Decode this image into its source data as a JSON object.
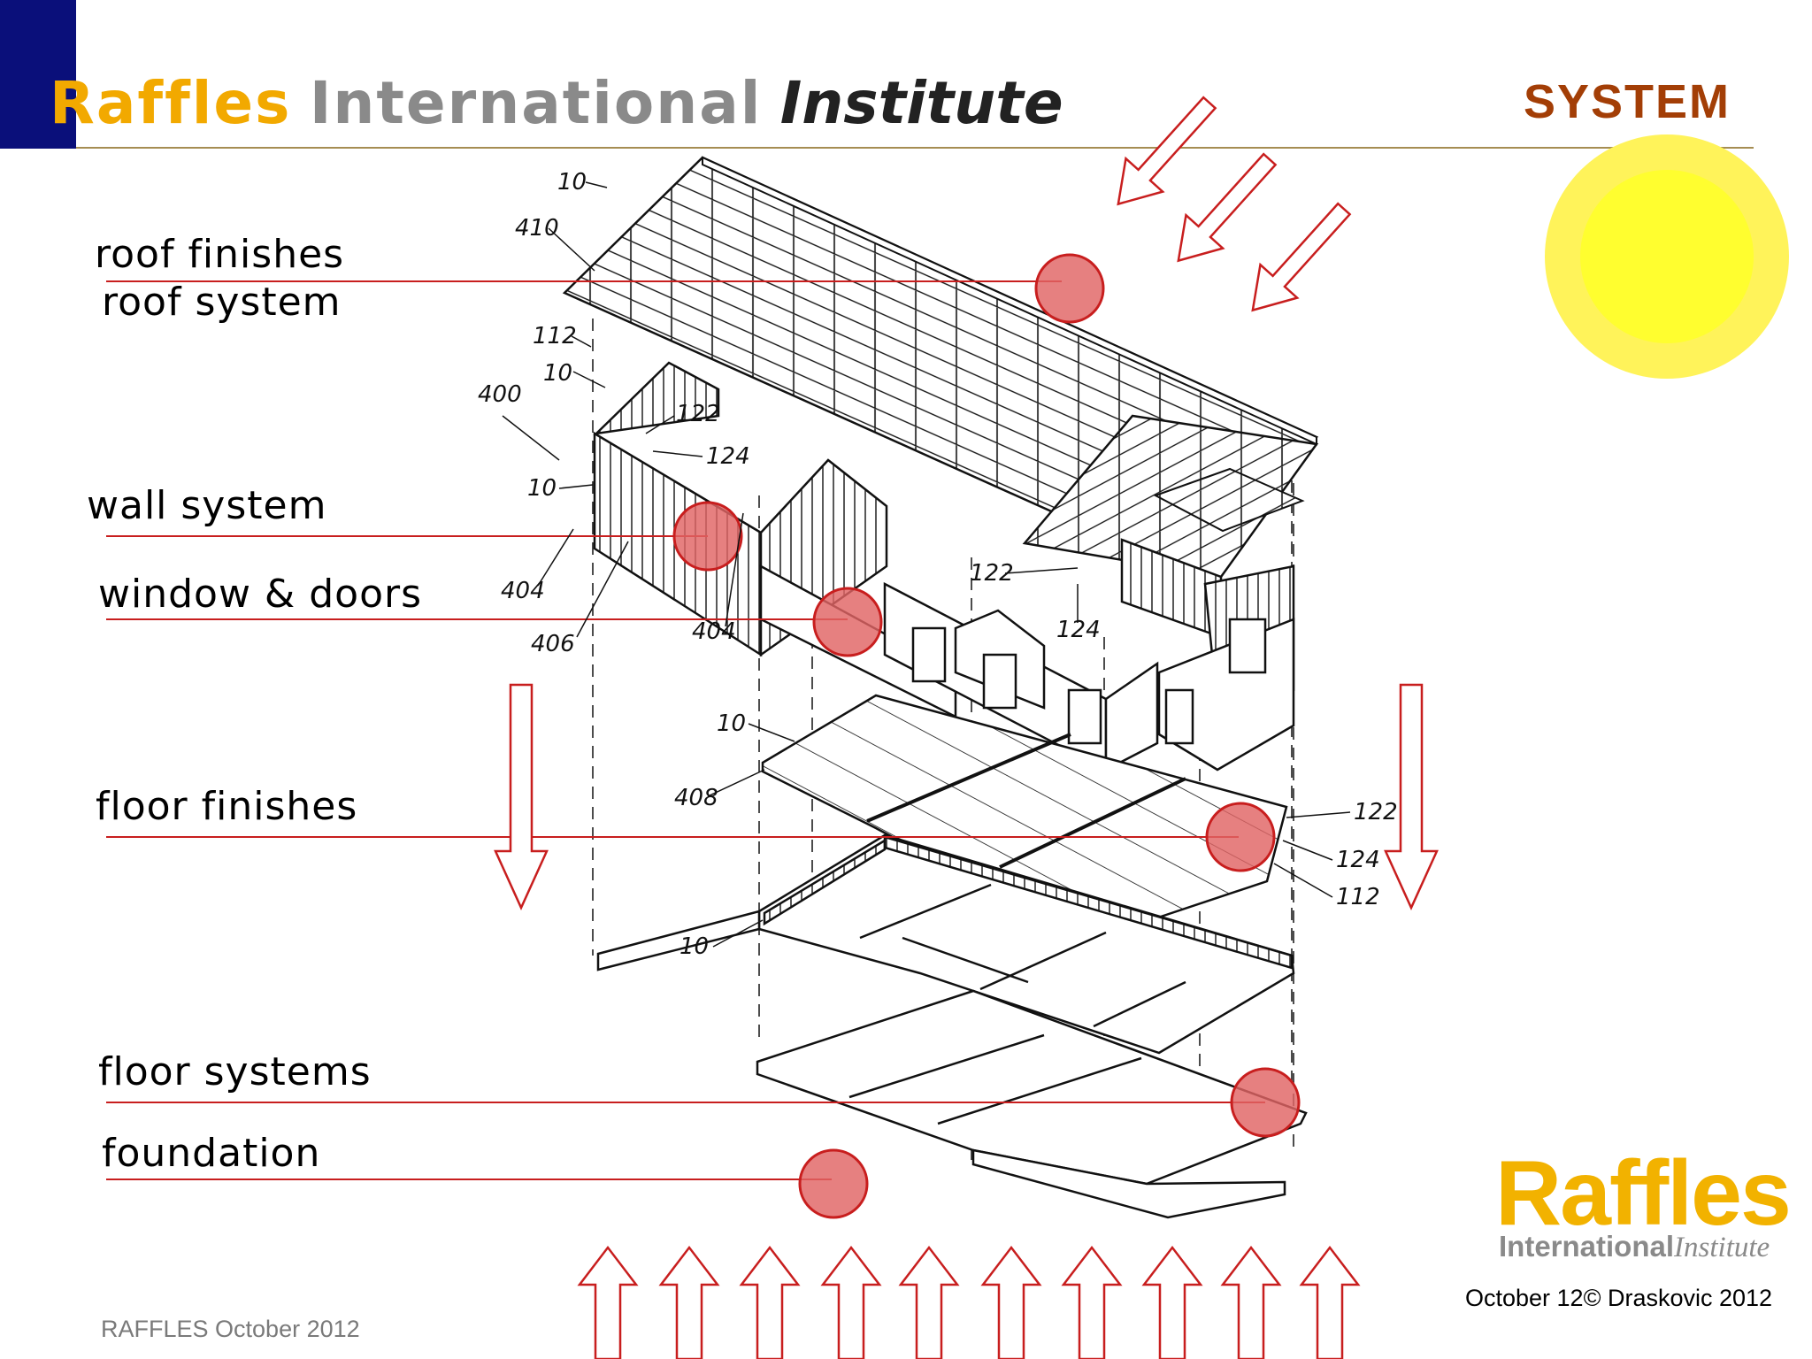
{
  "header": {
    "title_part1": "Raffles",
    "title_part2": "International",
    "title_part3": "Institute",
    "section": "SYSTEM"
  },
  "labels": {
    "roof_finishes": "roof finishes",
    "roof_system": "roof system",
    "wall_system": "wall system",
    "window_doors": "window & doors",
    "floor_finishes": "floor finishes",
    "floor_systems": "floor systems",
    "foundation": "foundation"
  },
  "patent_refs": [
    "10",
    "410",
    "112",
    "10",
    "400",
    "122",
    "124",
    "10",
    "404",
    "406",
    "404",
    "122",
    "124",
    "10",
    "408",
    "122",
    "124",
    "112",
    "10"
  ],
  "logo": {
    "name": "Raffles",
    "sub_bold": "International",
    "sub_italic": "Institute"
  },
  "copyright": "October 12© Draskovic 2012",
  "footer": "RAFFLES October 2012",
  "colors": {
    "brand_orange": "#f2a900",
    "brand_gray": "#8a8a8a",
    "section_brown": "#a33e06",
    "accent_red": "#c81e1e",
    "marker_fill": "#e06464",
    "sun_yellow": "#fff35a",
    "corner_navy": "#0a0f7a",
    "rule": "#a58d52"
  },
  "icons": [
    "sun-icon",
    "arrow-down-icon",
    "arrow-up-icon",
    "marker-dot-icon"
  ]
}
